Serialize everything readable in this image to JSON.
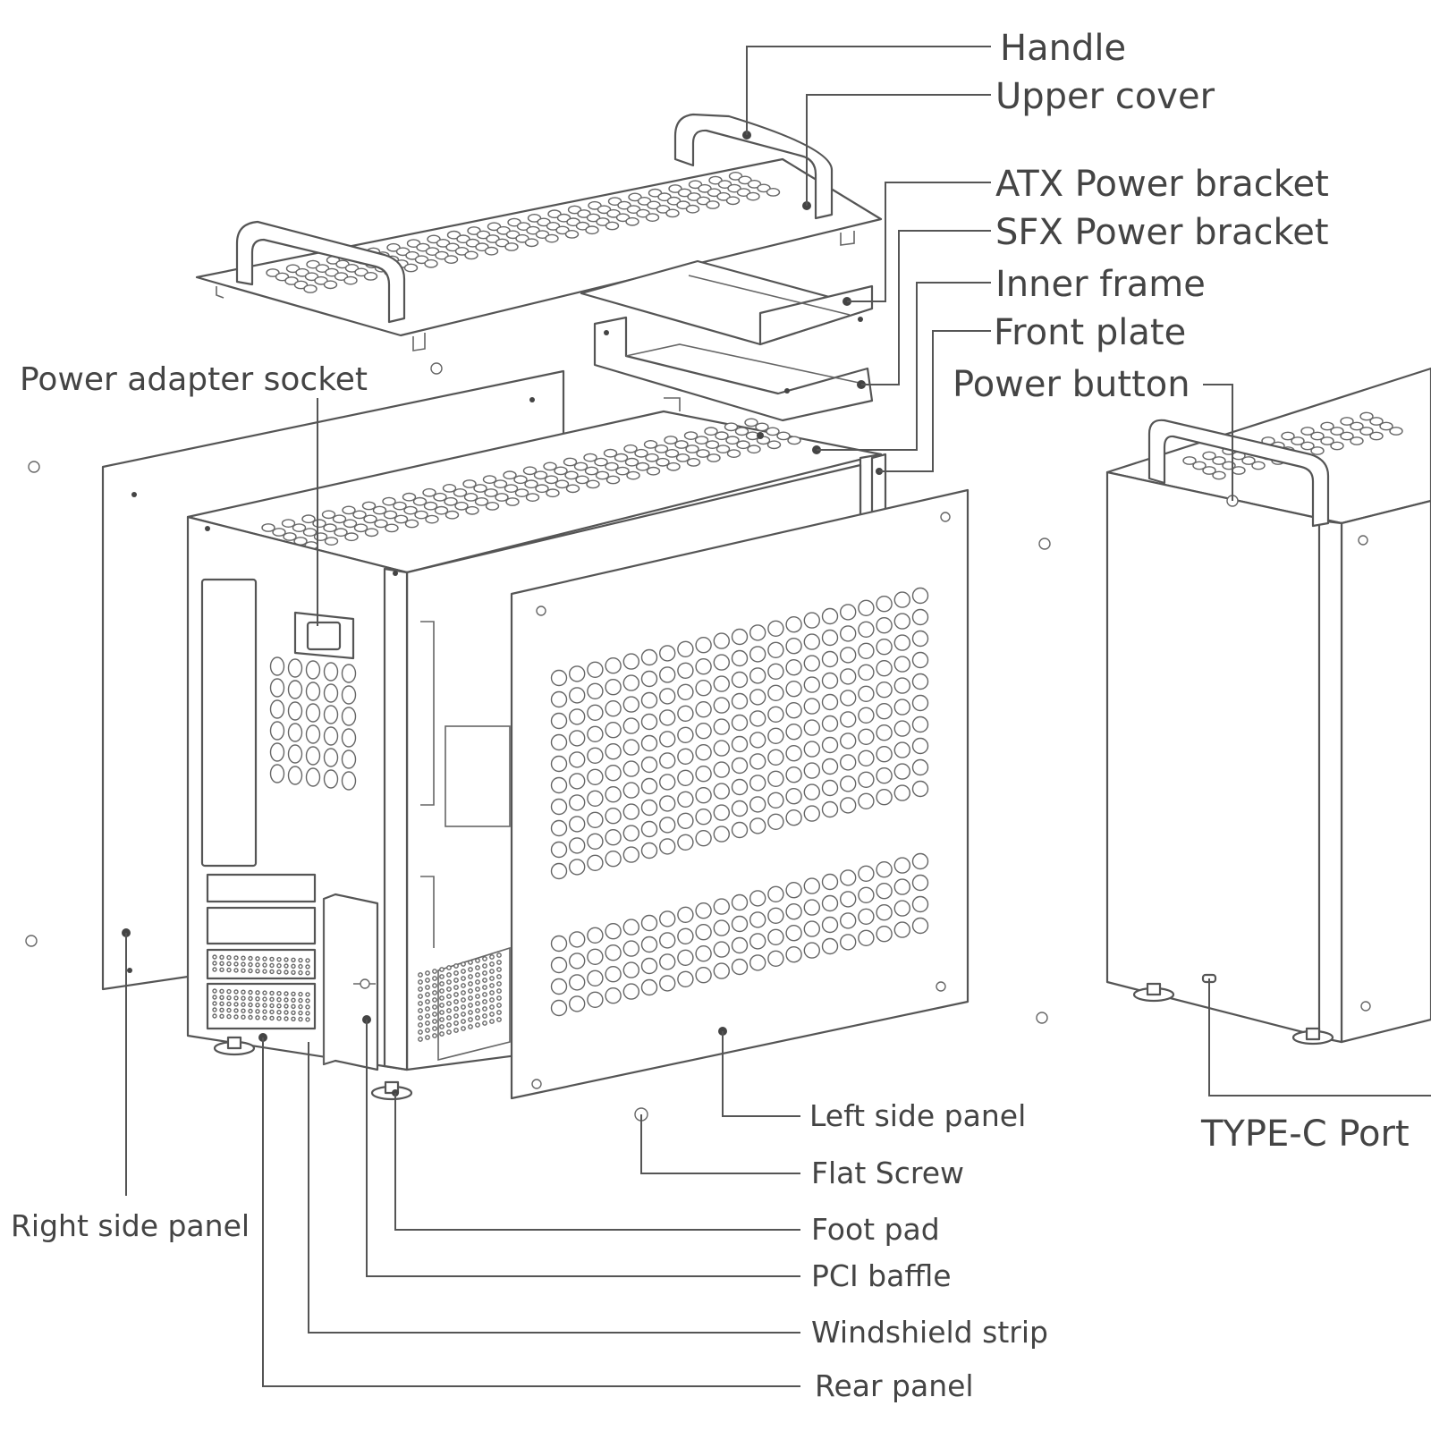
{
  "labels": {
    "handle": "Handle",
    "upper_cover": "Upper cover",
    "atx_power_bracket": "ATX Power bracket",
    "sfx_power_bracket": "SFX Power bracket",
    "inner_frame": "Inner frame",
    "front_plate": "Front plate",
    "power_button": "Power button",
    "power_adapter_socket": "Power adapter socket",
    "left_side_panel": "Left side panel",
    "flat_screw": "Flat Screw",
    "foot_pad": "Foot pad",
    "pci_baffle": "PCI baffle",
    "windshield_strip": "Windshield strip",
    "rear_panel": "Rear panel",
    "right_side_panel": "Right side panel",
    "type_c_port": "TYPE-C Port"
  },
  "colors": {
    "line": "#555555",
    "text": "#444444",
    "background": "#ffffff"
  }
}
